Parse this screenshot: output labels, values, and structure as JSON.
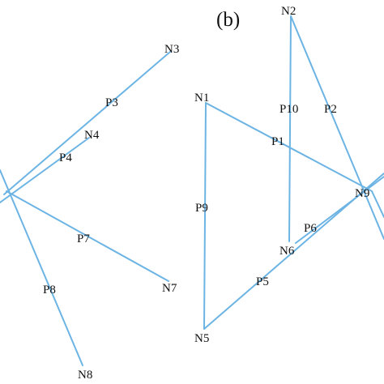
{
  "panel_label": "(b)",
  "edge_color": "#6cb4e4",
  "labels": {
    "N1": "N1",
    "N2": "N2",
    "N3": "N3",
    "N4": "N4",
    "N5": "N5",
    "N6": "N6",
    "N7": "N7",
    "N8": "N8",
    "N9": "N9",
    "P1": "P1",
    "P2": "P2",
    "P3": "P3",
    "P4": "P4",
    "P5": "P5",
    "P6": "P6",
    "P7": "P7",
    "P8": "P8",
    "P9": "P9",
    "P10": "P10"
  }
}
